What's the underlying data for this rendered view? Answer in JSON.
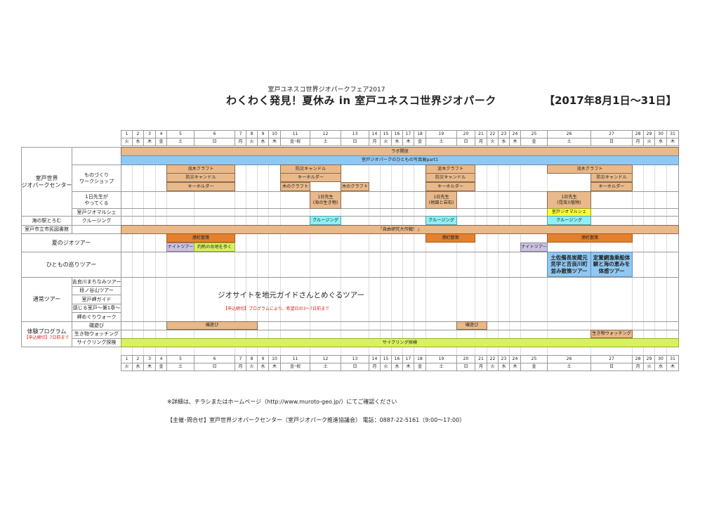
{
  "header": {
    "subtitle": "室戸ユネスコ世界ジオパークフェア2017",
    "title": "わくわく発見！夏休み in 室戸ユネスコ世界ジオパーク",
    "period": "【2017年8月1日～31日】"
  },
  "calendar": {
    "days": [
      "1",
      "2",
      "3",
      "4",
      "5",
      "6",
      "7",
      "8",
      "9",
      "10",
      "11",
      "12",
      "13",
      "14",
      "15",
      "16",
      "17",
      "18",
      "19",
      "20",
      "21",
      "22",
      "23",
      "24",
      "25",
      "26",
      "27",
      "28",
      "29",
      "30",
      "31"
    ],
    "weekdays": [
      "火",
      "水",
      "木",
      "金",
      "土",
      "日",
      "月",
      "火",
      "水",
      "木",
      "金･祝",
      "土",
      "日",
      "月",
      "火",
      "水",
      "木",
      "金",
      "土",
      "日",
      "月",
      "火",
      "水",
      "木",
      "金",
      "土",
      "日",
      "月",
      "火",
      "水",
      "木"
    ]
  },
  "rows": {
    "center": "室戸世界\nジオパークセンター",
    "monozukuri": "ものづくり\nワークショップ",
    "ichinichi": "1日先生が\nやってくる",
    "marche": "室戸ジオマルシェ",
    "uminoeki": "海の駅とろむ",
    "cruising": "クルージング",
    "library": "室戸市立市民図書館",
    "summer_tour": "夏のジオツアー",
    "hitomono_tour": "ひともの巡りツアー",
    "regular_tour": "通常ツアー",
    "regular_items": [
      "吉良川まちなみツアー",
      "段ノ谷山ツアー",
      "室戸岬ガイド",
      "感じる室戸～第1章～",
      "岬めぐりウォーク"
    ],
    "experience": "体験プログラム",
    "experience_note": "【申込締切】7日前まで",
    "experience_items": [
      "磯遊び",
      "生き物ウォッチング",
      "サイクリング探検"
    ]
  },
  "events": {
    "lab_open": "ラボ開放",
    "photo_exhibit": "室戸ジオパークのひともの写真展part1",
    "driftwood": "流木クラフト",
    "candle": "防災キャンドル",
    "keyholder": "キーホルダー",
    "wood_craft": "木のクラフト",
    "teacher_sea": "1日先生\n(海の生き物)",
    "teacher_map": "1日先生\n(地図と岩石)",
    "teacher_insect": "1日先生\n(昆虫)(植物)",
    "marche": "室戸ジオマルシェ",
    "cruising": "クルージング",
    "library_event": "「自由研究大作戦！」",
    "port_walk": "港町散策",
    "night_tour": "ナイトツアー",
    "heat_walk": "灼熱の台地を歩く",
    "tosa_tour": "土佐備長炭蔵元見学と吉良川町並み散策ツアー",
    "fishing_tour": "定置網漁乗船体験と海の恵みを体感ツアー",
    "iso": "磯遊び",
    "creature": "生き物ウォッチング",
    "cycling": "サイクリング探検"
  },
  "guide": {
    "title": "ジオサイトを地元ガイドさんとめぐるツアー",
    "note": "【申込締切】プログラムにより、希望日の3～7日前まで"
  },
  "footer": {
    "details": "※詳細は、チラシまたはホームページ（http://www.muroto-geo.jp/）にてご確認ください",
    "contact": "【主催･問合せ】室戸世界ジオパークセンター（室戸ジオパーク推進協議会） 電話：0887-22-5161（9:00～17:00）"
  },
  "colors": {
    "tan": "#e9b98a",
    "blue": "#8fc8f2",
    "orange": "#e5802e",
    "purple": "#cbc2de",
    "lime": "#d8f25e",
    "cyan": "#8ef0f4",
    "yellow": "#ffff3a",
    "red_note": "#d8201f"
  }
}
